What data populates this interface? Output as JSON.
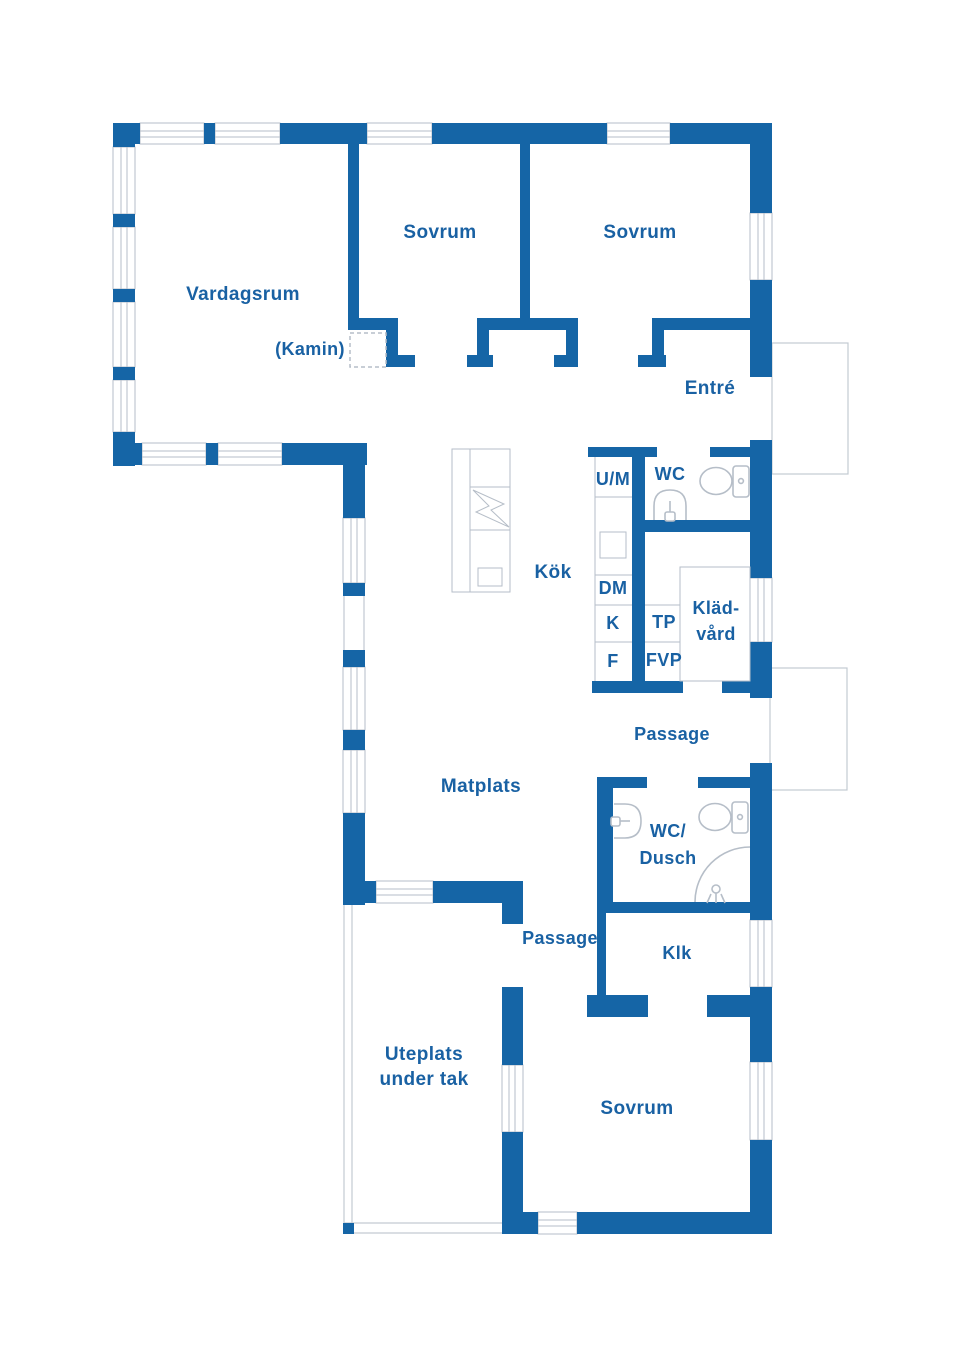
{
  "title": "Floor plan",
  "colors": {
    "wall_blue": "#1565a6",
    "label_blue": "#1961a3",
    "line_gray": "#b6bec8",
    "porch_gray": "#c3cad2",
    "background": "#ffffff"
  },
  "labels": {
    "vardagsrum": "Vardagsrum",
    "sovrum_top_left": "Sovrum",
    "sovrum_top_right": "Sovrum",
    "kamin": "(Kamin)",
    "entre": "Entré",
    "um": "U/M",
    "wc": "WC",
    "kok": "Kök",
    "dm": "DM",
    "k": "K",
    "tp": "TP",
    "f": "F",
    "fvp": "FVP",
    "kladvard_line1": "Kläd-",
    "kladvard_line2": "vård",
    "passage_upper": "Passage",
    "matplats": "Matplats",
    "wc_dusch_line1": "WC/",
    "wc_dusch_line2": "Dusch",
    "passage_lower": "Passage",
    "klk": "Klk",
    "uteplats_line1": "Uteplats",
    "uteplats_line2": "under tak",
    "sovrum_bottom": "Sovrum"
  },
  "icons": {
    "wc_toilet": "toilet-icon",
    "wc_sink": "sink-icon",
    "wc_dusch_toilet": "toilet-icon",
    "wc_dusch_sink": "sink-icon",
    "wc_dusch_shower": "shower-arc-icon",
    "kitchen_island_stove": "lightning-stove-icon",
    "fireplace": "fireplace-dashed-outline",
    "roof_post": "roof-post"
  }
}
